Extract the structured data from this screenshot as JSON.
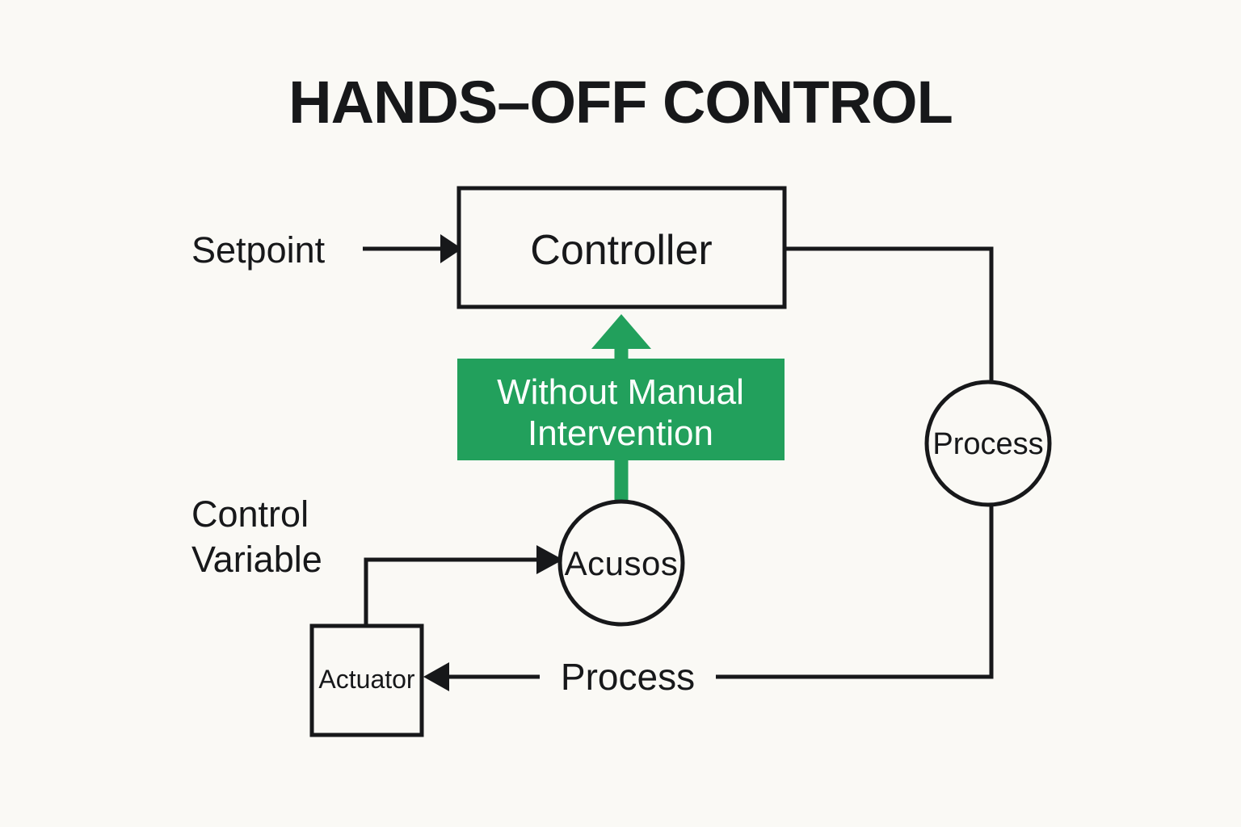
{
  "page": {
    "title": "HANDS–OFF CONTROL",
    "background_color": "#faf9f5",
    "ink_color": "#17181a",
    "accent_color": "#22a05c"
  },
  "diagram": {
    "type": "control-loop-block-diagram",
    "nodes": {
      "controller": {
        "label": "Controller",
        "shape": "rectangle"
      },
      "process_circle": {
        "label": "Process",
        "shape": "circle"
      },
      "mixer_circle": {
        "label": "Acusos",
        "shape": "circle"
      },
      "actuator": {
        "label": "Actuator",
        "shape": "rectangle"
      }
    },
    "banner": {
      "line1": "Without Manual",
      "line2": "Intervention",
      "fill": "#22a05c",
      "text_color": "#ffffff"
    },
    "labels": {
      "setpoint": "Setpoint",
      "control_variable_line1": "Control",
      "control_variable_line2": "Variable",
      "feedback": "Process"
    }
  }
}
